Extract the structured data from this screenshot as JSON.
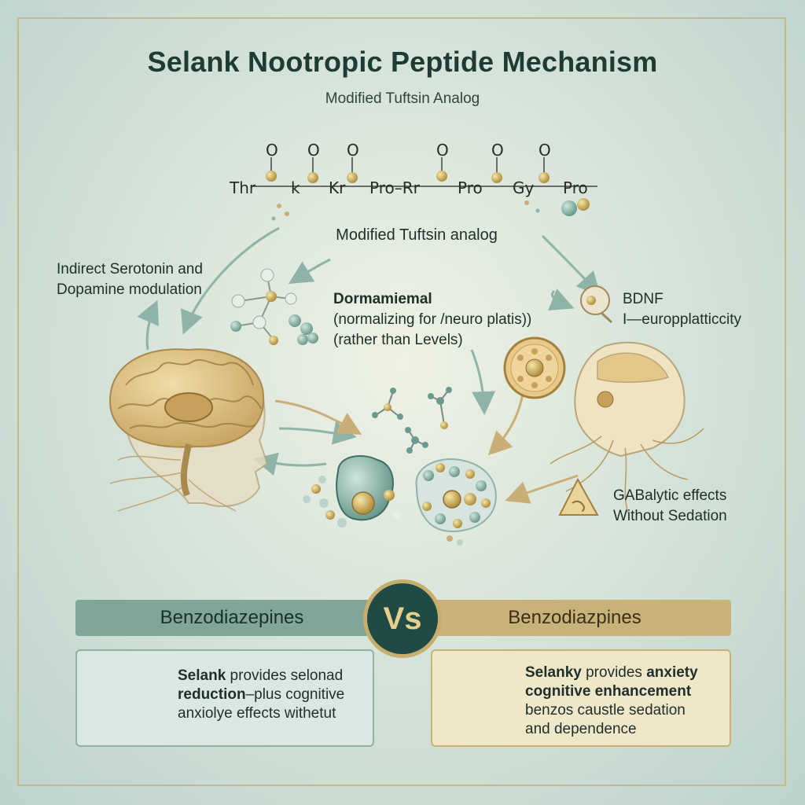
{
  "header": {
    "title": "Selank Nootropic Peptide Mechanism",
    "subtitle": "Modified Tuftsin Analog"
  },
  "sequence": {
    "residues": [
      "Thr",
      "k",
      "Kr",
      "Pro–Rr",
      "Pro",
      "Gy",
      "Pro"
    ],
    "carbonyl_symbol": "O"
  },
  "center": {
    "label": "Modified Tuftsin analog",
    "text_lines": [
      "Dormamiemal",
      "(normalizing for /neuro platis))",
      "(rather than Levels)"
    ]
  },
  "left_label": {
    "line1": "Indirect Serotonin and",
    "line2": "Dopamine modulation"
  },
  "right_label": {
    "line1": "BDNF",
    "line2": "I—europplatticcity"
  },
  "gaba_label": {
    "line1": "GABalytic effects",
    "line2": "Without Sedation"
  },
  "comparison": {
    "left_title": "Benzodiazepines",
    "vs": "Vs",
    "right_title": "Benzodiazpines",
    "left_card": {
      "line1_bold": "Selank",
      "line1_rest": " provides selonad",
      "line2_bold": "reduction",
      "line2_rest": "–plus cognitive",
      "line3": "anxiolye effects withetut"
    },
    "right_card": {
      "line1_bold": "Selanky",
      "line1_mid": " provides ",
      "line1_bold2": "anxiety",
      "line2_bold": "cognitive enhancement",
      "line3": "benzos caustle sedation",
      "line4": "and dependence"
    }
  },
  "colors": {
    "teal": "#7fa698",
    "gold": "#c8b27a",
    "dark_teal": "#1f4a45",
    "brain_tan": "#d9c08a"
  }
}
